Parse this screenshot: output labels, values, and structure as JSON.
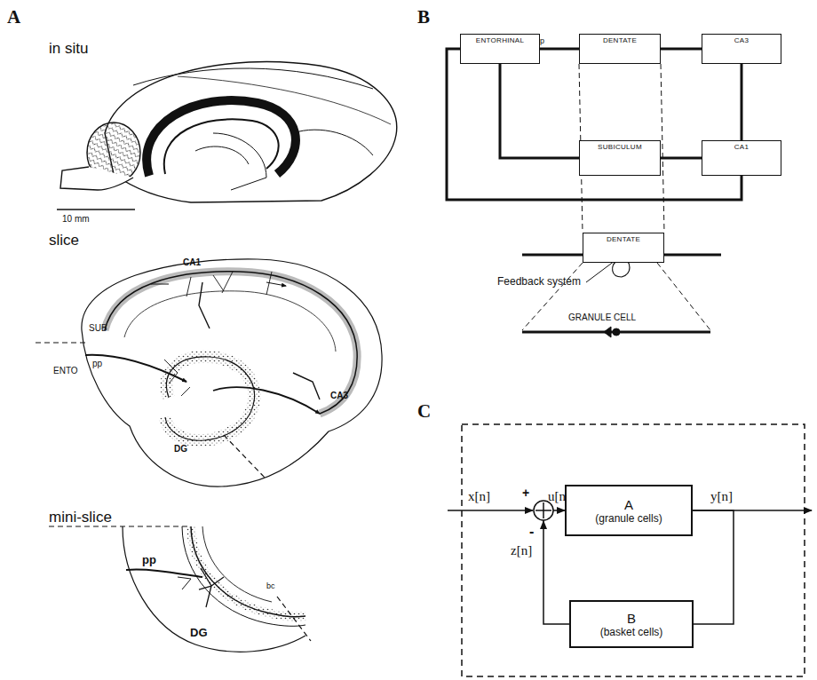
{
  "diagram": {
    "nodes": [
      {
        "text": [
          "ENTORHINAL"
        ]
      },
      {
        "text": [
          "DENTATE"
        ]
      },
      {
        "text": [
          "CA3"
        ]
      },
      {
        "text": [
          "SUBICULUM"
        ]
      },
      {
        "text": [
          "CA1"
        ]
      },
      {
        "text": [
          "DENTATE"
        ]
      },
      {
        "text": [
          "A",
          "(granule cells)"
        ]
      },
      {
        "text": [
          "B",
          "(basket cells)"
        ]
      }
    ],
    "edges": [
      {
        "from": 0,
        "to": 1,
        "arrow": "none"
      },
      {
        "from": 1,
        "to": 2,
        "arrow": "none"
      },
      {
        "from": 2,
        "to": 4,
        "arrow": "none"
      },
      {
        "from": 4,
        "to": 3,
        "arrow": "none"
      },
      {
        "from": 3,
        "to": 0,
        "arrow": "none"
      },
      {
        "from": 4,
        "to": 0,
        "arrow": "none"
      },
      {
        "from": 1,
        "to": 5,
        "arrow": "none"
      },
      {
        "from": 6,
        "to": 7,
        "arrow": "none"
      },
      {
        "from": 7,
        "to": 6,
        "arrow": "to"
      }
    ],
    "labels": [
      "A",
      "in situ",
      "10 mm",
      "slice",
      "CA1",
      "SUB",
      "pp",
      "ENTO",
      "DG",
      "CA3",
      "mini-slice",
      "pp",
      "bc",
      "DG",
      "B",
      "pp",
      "Feedback system",
      "GRANULE CELL",
      "C",
      "x[n]",
      "+",
      "u[n]",
      "y[n]",
      "-",
      "z[n]"
    ]
  }
}
